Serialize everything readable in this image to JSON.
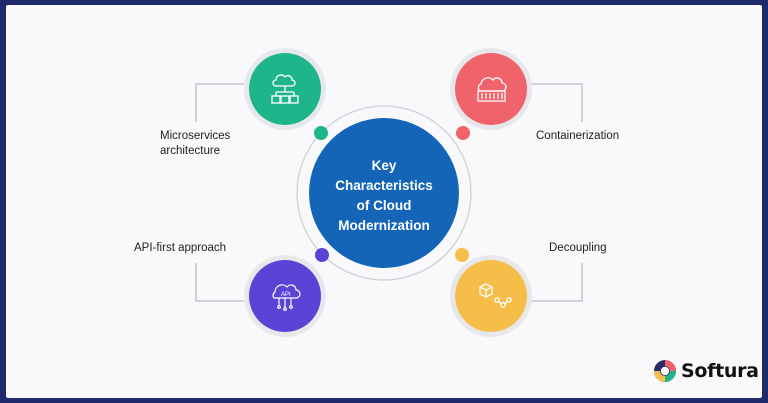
{
  "center": {
    "line1": "Key",
    "line2": "Characteristics",
    "line3": "of Cloud",
    "line4": "Modernization"
  },
  "nodes": [
    {
      "label_line1": "Microservices",
      "label_line2": "architecture",
      "icon": "microservices-icon",
      "color": "#1fb58a"
    },
    {
      "label_line1": "Containerization",
      "icon": "container-icon",
      "color": "#f0636b"
    },
    {
      "label_line1": "API-first approach",
      "icon": "api-icon",
      "color": "#5b43d6"
    },
    {
      "label_line1": "Decoupling",
      "icon": "decoupling-icon",
      "color": "#f7bd49"
    }
  ],
  "dots": {
    "green": "#1fb58a",
    "red": "#f0636b",
    "purple": "#5b43d6",
    "yellow": "#f7bd49"
  },
  "center_color": "#1465b8",
  "brand": {
    "name": "Softura"
  }
}
